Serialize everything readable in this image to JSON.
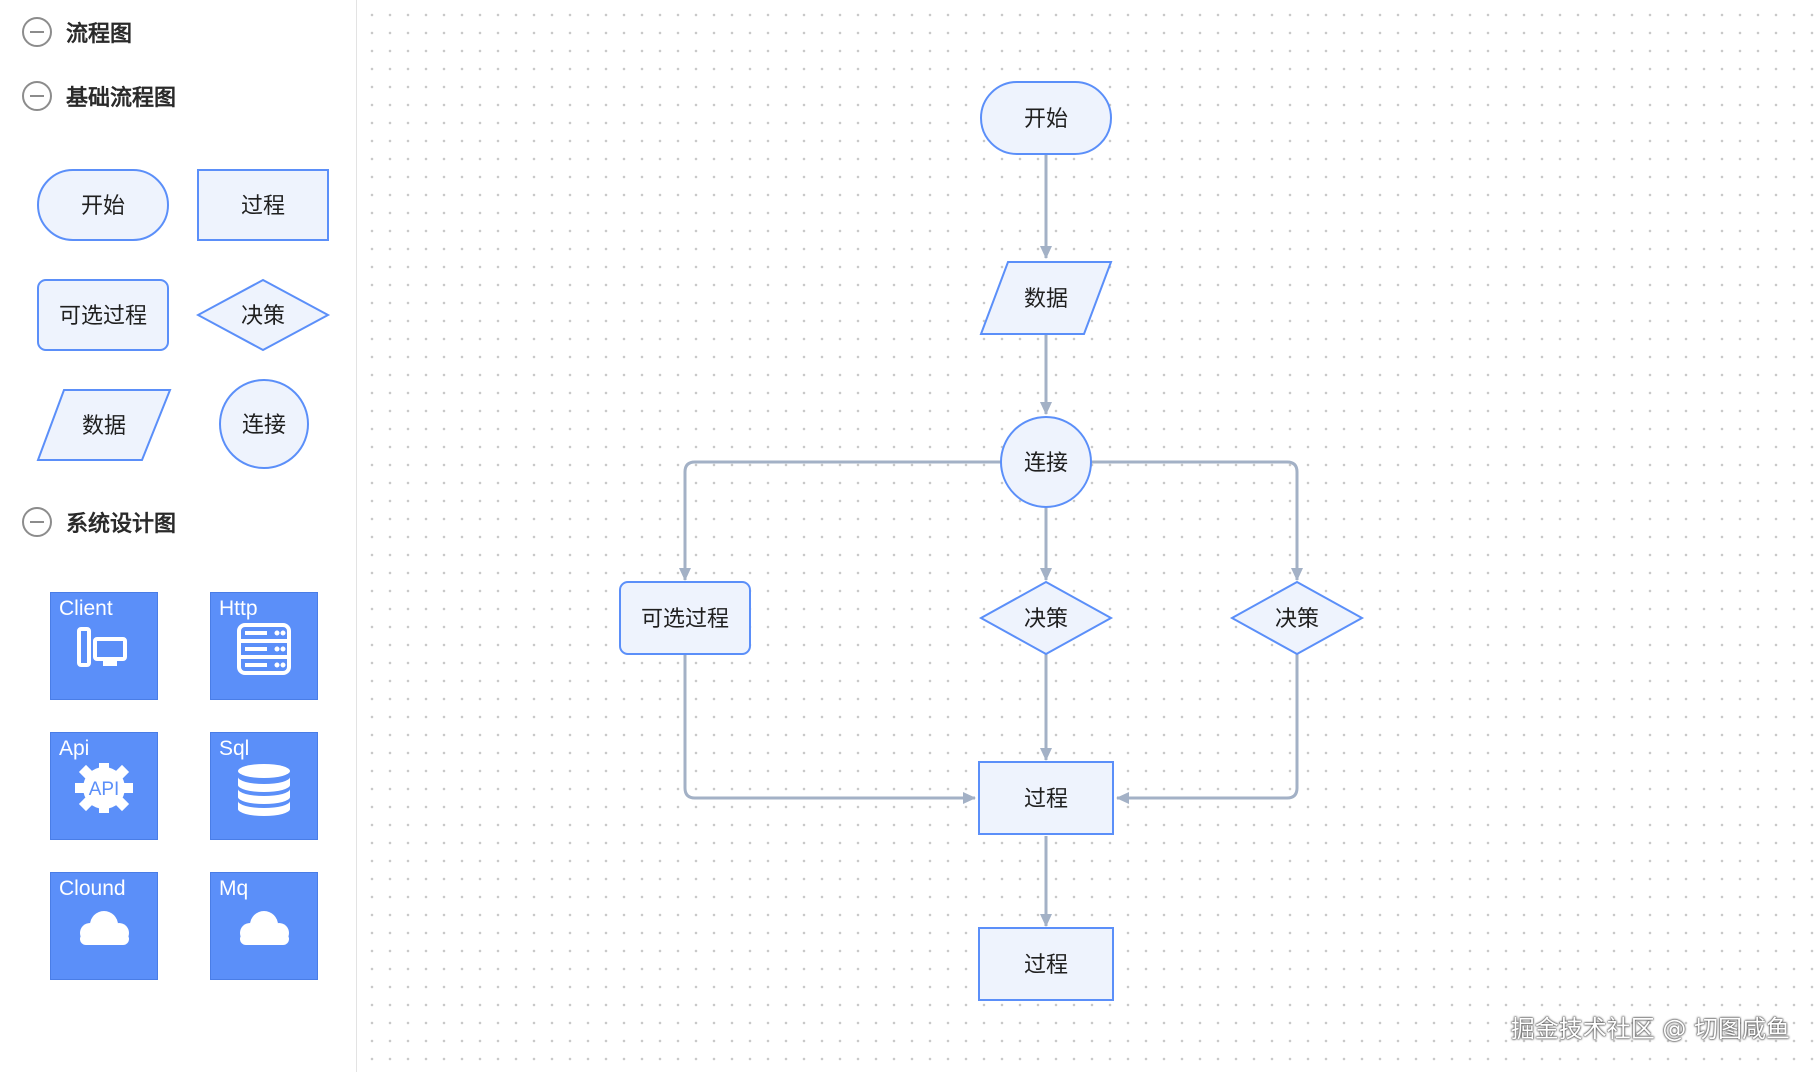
{
  "sidebar": {
    "sections": [
      {
        "title": "流程图"
      },
      {
        "title": "基础流程图"
      },
      {
        "title": "系统设计图"
      }
    ],
    "basic_shapes": [
      {
        "label": "开始",
        "shape": "terminator"
      },
      {
        "label": "过程",
        "shape": "process"
      },
      {
        "label": "可选过程",
        "shape": "alternate-process"
      },
      {
        "label": "决策",
        "shape": "decision"
      },
      {
        "label": "数据",
        "shape": "data"
      },
      {
        "label": "连接",
        "shape": "connector"
      }
    ],
    "system_shapes": [
      {
        "label": "Client",
        "icon": "client-monitor-icon"
      },
      {
        "label": "Http",
        "icon": "server-rack-icon"
      },
      {
        "label": "Api",
        "icon": "api-gear-icon"
      },
      {
        "label": "Sql",
        "icon": "database-icon"
      },
      {
        "label": "Clound",
        "icon": "cloud-icon"
      },
      {
        "label": "Mq",
        "icon": "cloud-icon"
      }
    ]
  },
  "diagram": {
    "nodes": {
      "start": "开始",
      "data": "数据",
      "connector": "连接",
      "alt_process": "可选过程",
      "decision_mid": "决策",
      "decision_right": "决策",
      "process_1": "过程",
      "process_2": "过程"
    }
  },
  "watermark": "掘金技术社区 @ 切图咸鱼",
  "colors": {
    "node_fill": "#eef3fd",
    "node_stroke": "#5b8ff9",
    "edge": "#a3b1c6",
    "tile": "#5b8ff9",
    "grid_dot": "#c9c9c9"
  }
}
